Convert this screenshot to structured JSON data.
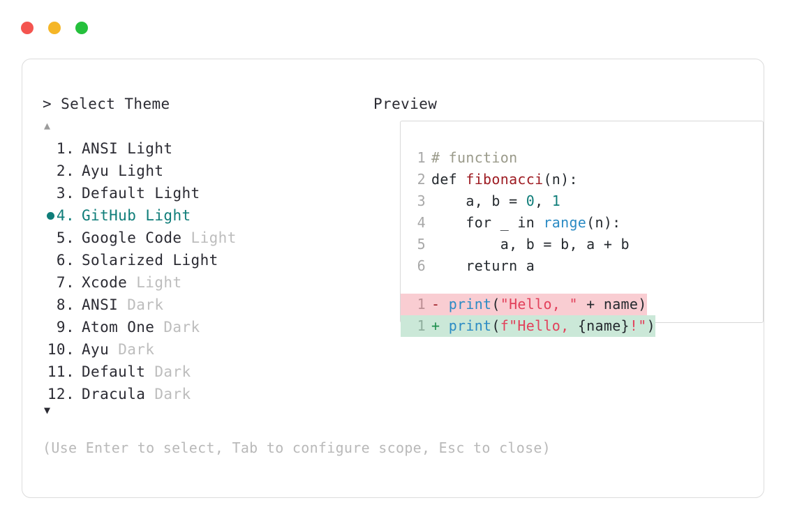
{
  "window": {
    "dots": [
      {
        "name": "close-dot",
        "color": "#f4544f"
      },
      {
        "name": "minimize-dot",
        "color": "#f5b627"
      },
      {
        "name": "maximize-dot",
        "color": "#25c03c"
      }
    ]
  },
  "theme_panel": {
    "heading": "> Select Theme",
    "scroll_up": "▲",
    "scroll_down": "▼",
    "selected_index": 4,
    "selected_bullet": "●",
    "accent_color": "#0f7d79",
    "dim_color": "#bdbdbd",
    "items": [
      {
        "index": "1.",
        "name": "ANSI",
        "variant": "Light",
        "variant_dim": false,
        "selected": false
      },
      {
        "index": "2.",
        "name": "Ayu",
        "variant": "Light",
        "variant_dim": false,
        "selected": false
      },
      {
        "index": "3.",
        "name": "Default",
        "variant": "Light",
        "variant_dim": false,
        "selected": false
      },
      {
        "index": "4.",
        "name": "GitHub",
        "variant": "Light",
        "variant_dim": false,
        "selected": true
      },
      {
        "index": "5.",
        "name": "Google Code",
        "variant": "Light",
        "variant_dim": true,
        "selected": false
      },
      {
        "index": "6.",
        "name": "Solarized",
        "variant": "Light",
        "variant_dim": false,
        "selected": false
      },
      {
        "index": "7.",
        "name": "Xcode",
        "variant": "Light",
        "variant_dim": true,
        "selected": false
      },
      {
        "index": "8.",
        "name": "ANSI",
        "variant": "Dark",
        "variant_dim": true,
        "selected": false
      },
      {
        "index": "9.",
        "name": "Atom One",
        "variant": "Dark",
        "variant_dim": true,
        "selected": false
      },
      {
        "index": "10.",
        "name": "Ayu",
        "variant": "Dark",
        "variant_dim": true,
        "selected": false
      },
      {
        "index": "11.",
        "name": "Default",
        "variant": "Dark",
        "variant_dim": true,
        "selected": false
      },
      {
        "index": "12.",
        "name": "Dracula",
        "variant": "Dark",
        "variant_dim": true,
        "selected": false
      }
    ]
  },
  "preview_panel": {
    "heading": "Preview",
    "code_lines": [
      {
        "ln": "1",
        "tokens": [
          {
            "t": "# function",
            "c": "comment"
          }
        ]
      },
      {
        "ln": "2",
        "tokens": [
          {
            "t": "def ",
            "c": "def"
          },
          {
            "t": "fibonacci",
            "c": "fnname"
          },
          {
            "t": "(n):",
            "c": "plain"
          }
        ]
      },
      {
        "ln": "3",
        "tokens": [
          {
            "t": "    a, b = ",
            "c": "plain"
          },
          {
            "t": "0",
            "c": "num"
          },
          {
            "t": ", ",
            "c": "plain"
          },
          {
            "t": "1",
            "c": "num"
          }
        ]
      },
      {
        "ln": "4",
        "tokens": [
          {
            "t": "    for _ in ",
            "c": "plain"
          },
          {
            "t": "range",
            "c": "builtin"
          },
          {
            "t": "(n):",
            "c": "plain"
          }
        ]
      },
      {
        "ln": "5",
        "tokens": [
          {
            "t": "        a, b = b, a + b",
            "c": "plain"
          }
        ]
      },
      {
        "ln": "6",
        "tokens": [
          {
            "t": "    return a",
            "c": "plain"
          }
        ]
      }
    ],
    "diff_lines": [
      {
        "kind": "del",
        "ln": "1",
        "sign": "-",
        "tokens": [
          {
            "t": "print",
            "c": "builtin"
          },
          {
            "t": "(",
            "c": "plain"
          },
          {
            "t": "\"Hello, \"",
            "c": "str"
          },
          {
            "t": " + name)",
            "c": "plain"
          }
        ]
      },
      {
        "kind": "add",
        "ln": "1",
        "sign": "+",
        "tokens": [
          {
            "t": "print",
            "c": "builtin"
          },
          {
            "t": "(",
            "c": "plain"
          },
          {
            "t": "f\"Hello, ",
            "c": "str"
          },
          {
            "t": "{name}",
            "c": "plain"
          },
          {
            "t": "!\"",
            "c": "str"
          },
          {
            "t": ")",
            "c": "plain"
          }
        ]
      }
    ]
  },
  "footer": {
    "hint": "(Use Enter to select, Tab to configure scope, Esc to close)"
  }
}
